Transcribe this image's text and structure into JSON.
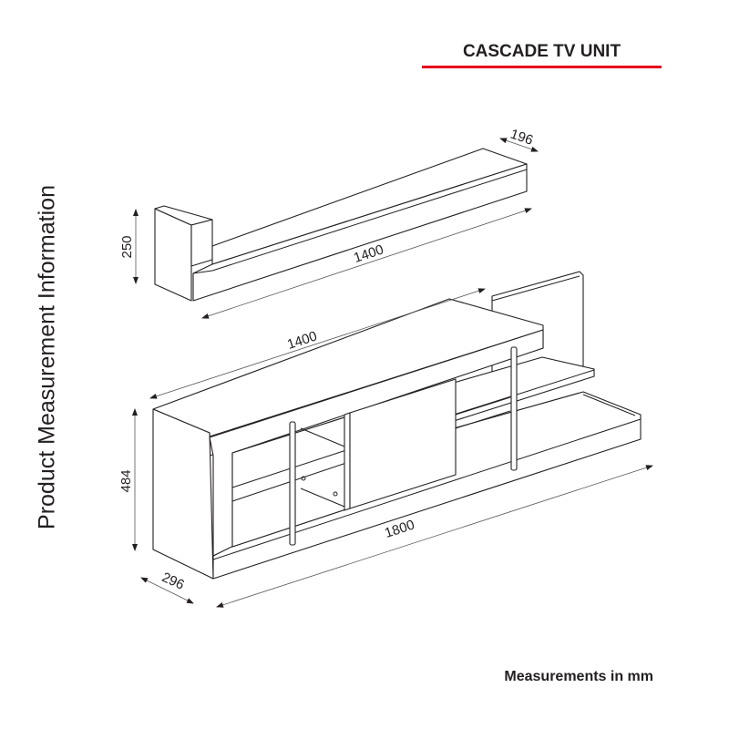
{
  "title": "CASCADE TV UNIT",
  "accent_color": "#e3001b",
  "side_label": "Product Measurement Information",
  "units_note": "Measurements in mm",
  "dimensions": {
    "shelf_depth": "196",
    "shelf_height": "250",
    "shelf_width": "1400",
    "unit_top_width": "1400",
    "unit_height": "484",
    "unit_depth": "296",
    "unit_width": "1800"
  }
}
